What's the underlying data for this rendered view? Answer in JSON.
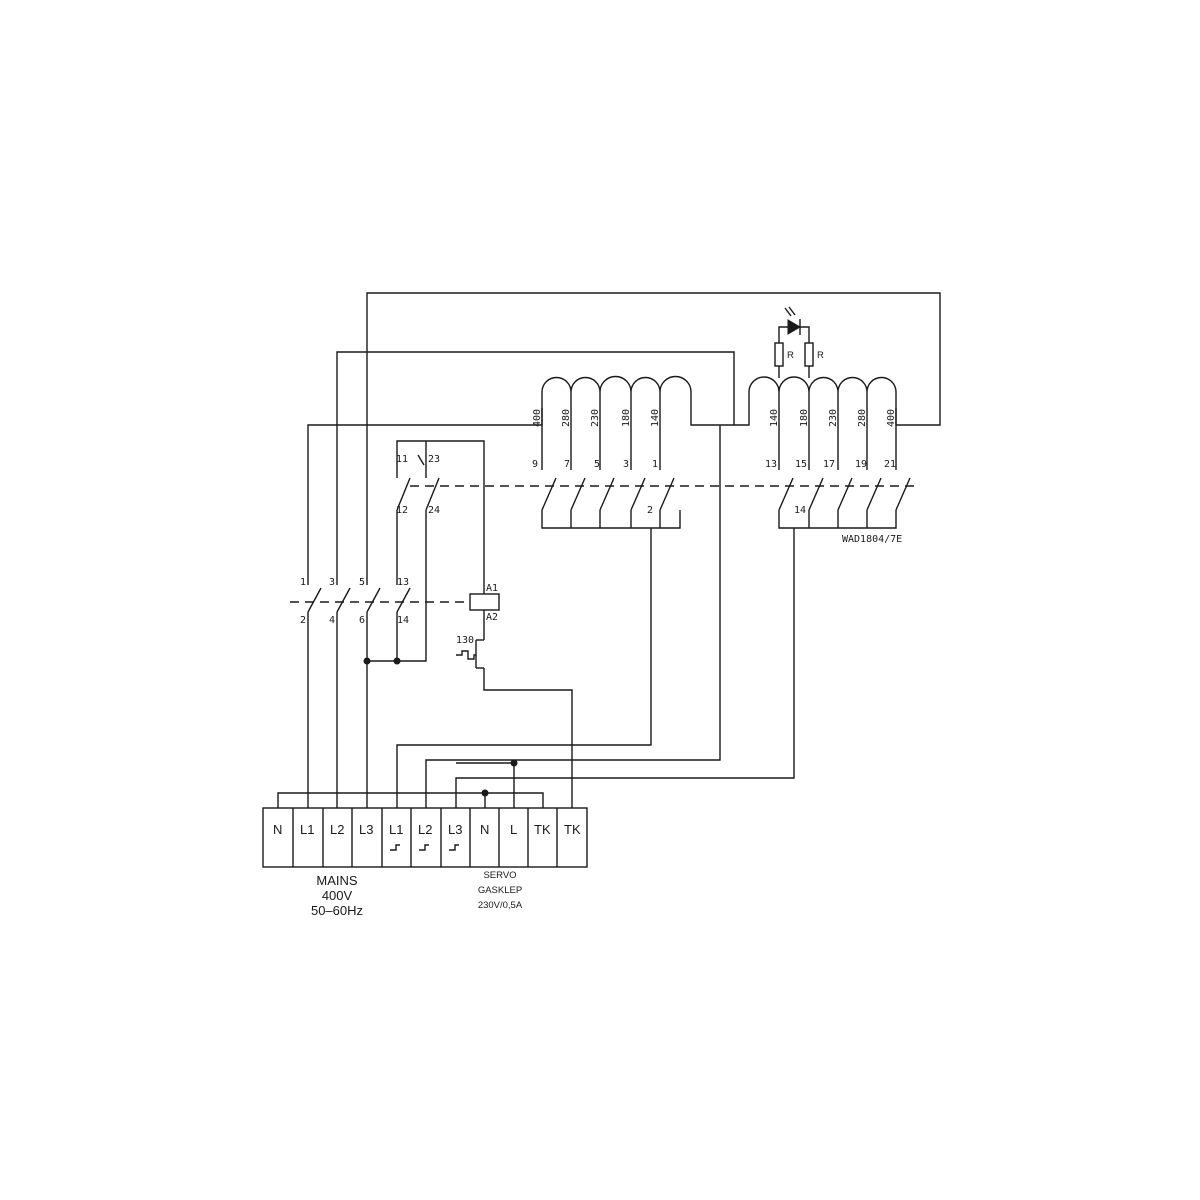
{
  "transformer": {
    "primary_taps": [
      "400",
      "280",
      "230",
      "180",
      "140"
    ],
    "secondary_taps": [
      "140",
      "180",
      "230",
      "280",
      "400"
    ],
    "resistor_labels": [
      "R",
      "R"
    ]
  },
  "tap_switch": {
    "left_contacts": [
      "9",
      "7",
      "5",
      "3",
      "1"
    ],
    "left_common": "2",
    "right_contacts": [
      "13",
      "15",
      "17",
      "19",
      "21"
    ],
    "right_common": "14",
    "model": "WAD1804/7E"
  },
  "aux_contacts": {
    "top": [
      "11",
      "23"
    ],
    "bottom": [
      "12",
      "24"
    ]
  },
  "contactor": {
    "top": [
      "1",
      "3",
      "5",
      "13"
    ],
    "bottom": [
      "2",
      "4",
      "6",
      "14"
    ],
    "coil": [
      "A1",
      "A2"
    ]
  },
  "thermostat": {
    "label": "130"
  },
  "terminals": [
    "N",
    "L1",
    "L2",
    "L3",
    "L1",
    "L2",
    "L3",
    "N",
    "L",
    "TK",
    "TK"
  ],
  "mains": {
    "line1": "MAINS",
    "line2": "400V",
    "line3": "50–60Hz"
  },
  "servo": {
    "line1": "SERVO",
    "line2": "GASKLEP",
    "line3": "230V/0,5A"
  }
}
